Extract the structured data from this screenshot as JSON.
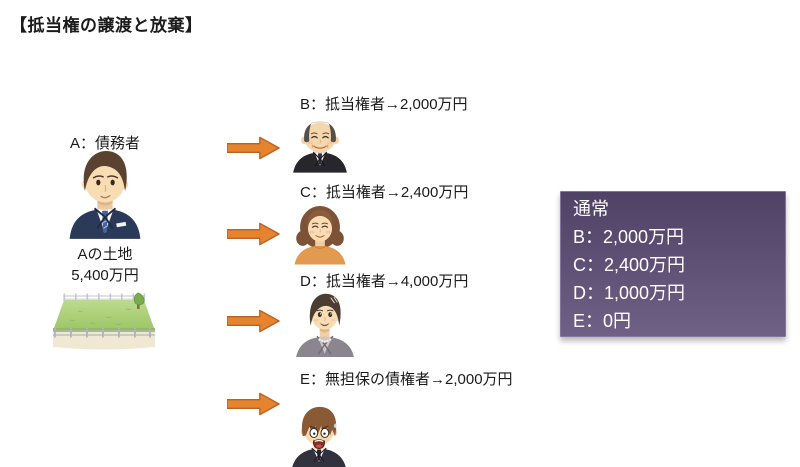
{
  "title": "【抵当権の譲渡と放棄】",
  "debtor": {
    "label": "A：債務者",
    "avatar": "young-businessman",
    "land": {
      "label": "Aの土地",
      "value": "5,400万円",
      "illustration": "fenced-land-plot"
    }
  },
  "creditors": [
    {
      "id": "B",
      "label": "B：抵当権者→2,000万円",
      "avatar": "elderly-man-smiling",
      "arrow_icon": "right-arrow"
    },
    {
      "id": "C",
      "label": "C：抵当権者→2,400万円",
      "avatar": "middle-aged-woman-smiling",
      "arrow_icon": "right-arrow"
    },
    {
      "id": "D",
      "label": "D：抵当権者→4,000万円",
      "avatar": "short-haired-businesswoman",
      "arrow_icon": "right-arrow"
    },
    {
      "id": "E",
      "label": "E：無担保の債権者→2,000万円",
      "avatar": "shocked-young-man",
      "arrow_icon": "right-arrow"
    }
  ],
  "summary_box": {
    "title": "通常",
    "rows": [
      {
        "label": "B：2,000万円"
      },
      {
        "label": "C：2,400万円"
      },
      {
        "label": "D：1,000万円"
      },
      {
        "label": "E：0円"
      }
    ]
  },
  "colors": {
    "arrow_fill": "#E5832E",
    "arrow_border": "#BB6322",
    "summary_box_top": "#4F4265",
    "summary_box_bottom": "#6F6086",
    "summary_text": "#FFFFFF",
    "text": "#1B1B1B",
    "background": "#FFFFFF"
  }
}
